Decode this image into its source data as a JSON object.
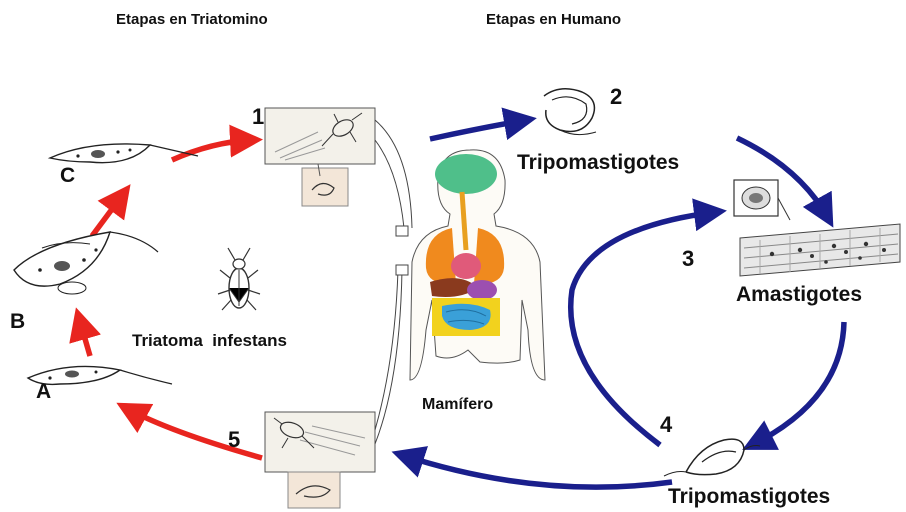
{
  "headers": {
    "left": "Etapas en Triatomino",
    "right": "Etapas en Humano"
  },
  "stages": {
    "n1": "1",
    "n2": "2",
    "n3": "3",
    "n4": "4",
    "n5": "5"
  },
  "forms": {
    "tripo_top": "Tripomastigotes",
    "amastigotes": "Amastigotes",
    "tripo_bottom": "Tripomastigotes"
  },
  "letters": {
    "a": "A",
    "b": "B",
    "c": "C"
  },
  "labels": {
    "vector": "Triatoma  infestans",
    "host": "Mamífero"
  },
  "colors": {
    "red_arrow": "#e8251f",
    "blue_arrow": "#1a1f8c",
    "brain": "#4fbf8a",
    "lungs": "#f08a1e",
    "heart": "#e05a7a",
    "liver": "#8a3a1e",
    "stomach": "#9c4fb0",
    "intestine_small": "#3aa0d8",
    "intestine_large": "#f2d21e",
    "esophagus": "#e8a020"
  },
  "icons": [
    "triatomine-bug-icon",
    "trypanosome-icon",
    "amastigote-cell-icon"
  ]
}
